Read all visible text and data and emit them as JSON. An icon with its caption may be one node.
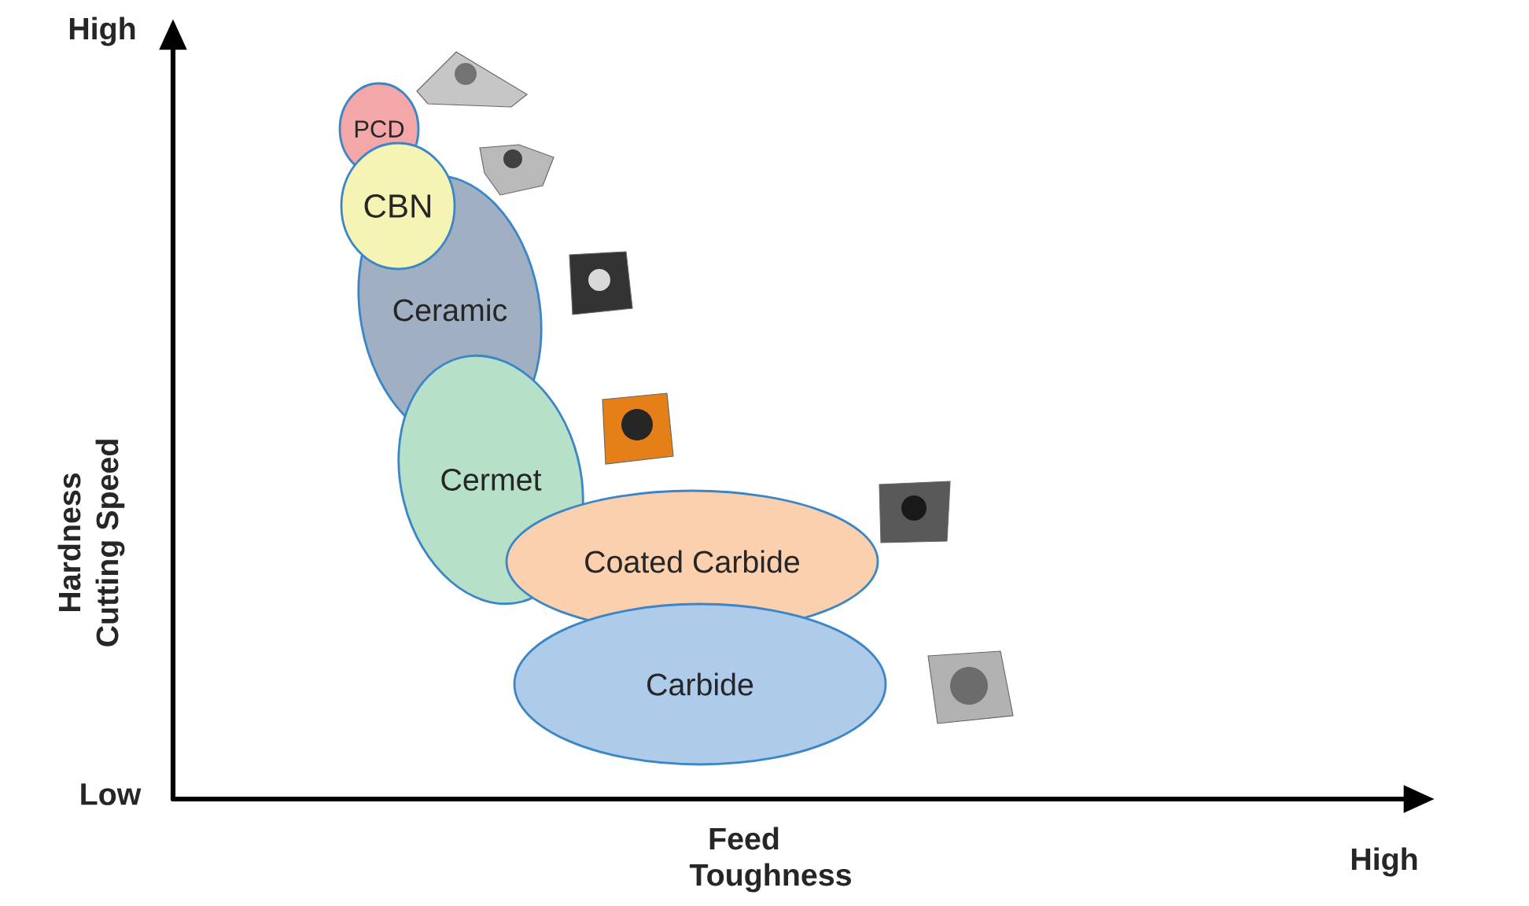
{
  "diagram": {
    "nodes": [
      {
        "text": [
          "PCD"
        ]
      },
      {
        "text": [
          "CBN"
        ]
      },
      {
        "text": [
          "Ceramic"
        ]
      },
      {
        "text": [
          "Cermet"
        ]
      },
      {
        "text": [
          "Coated Carbide"
        ]
      },
      {
        "text": [
          "Carbide"
        ]
      }
    ],
    "labels": [
      "High",
      "Hardness",
      "Cutting Speed",
      "Low",
      "Feed",
      "Toughness",
      "High"
    ]
  }
}
